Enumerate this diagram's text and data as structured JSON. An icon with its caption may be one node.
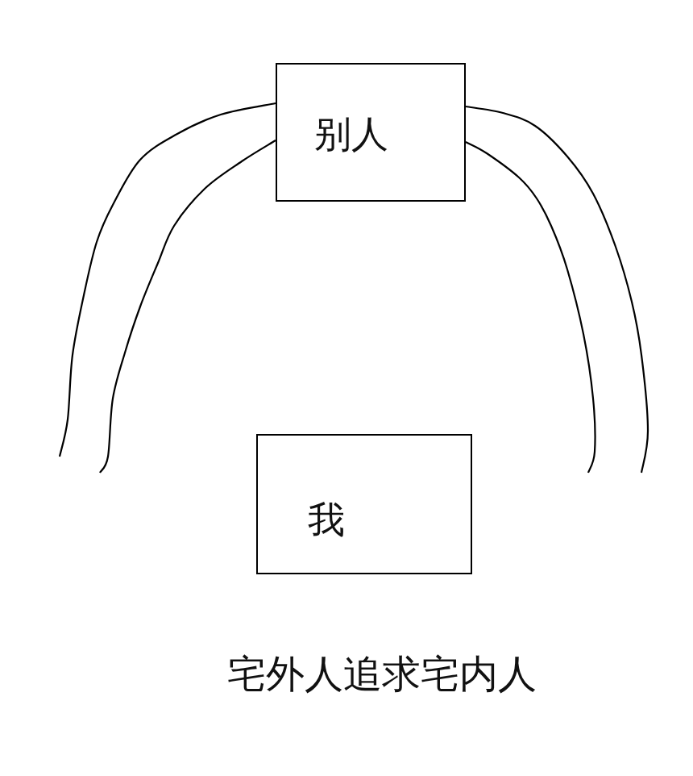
{
  "diagram": {
    "caption": "宅外人追求宅内人",
    "nodes": [
      {
        "text": [
          "别人"
        ]
      },
      {
        "text": [
          "我"
        ]
      }
    ]
  }
}
